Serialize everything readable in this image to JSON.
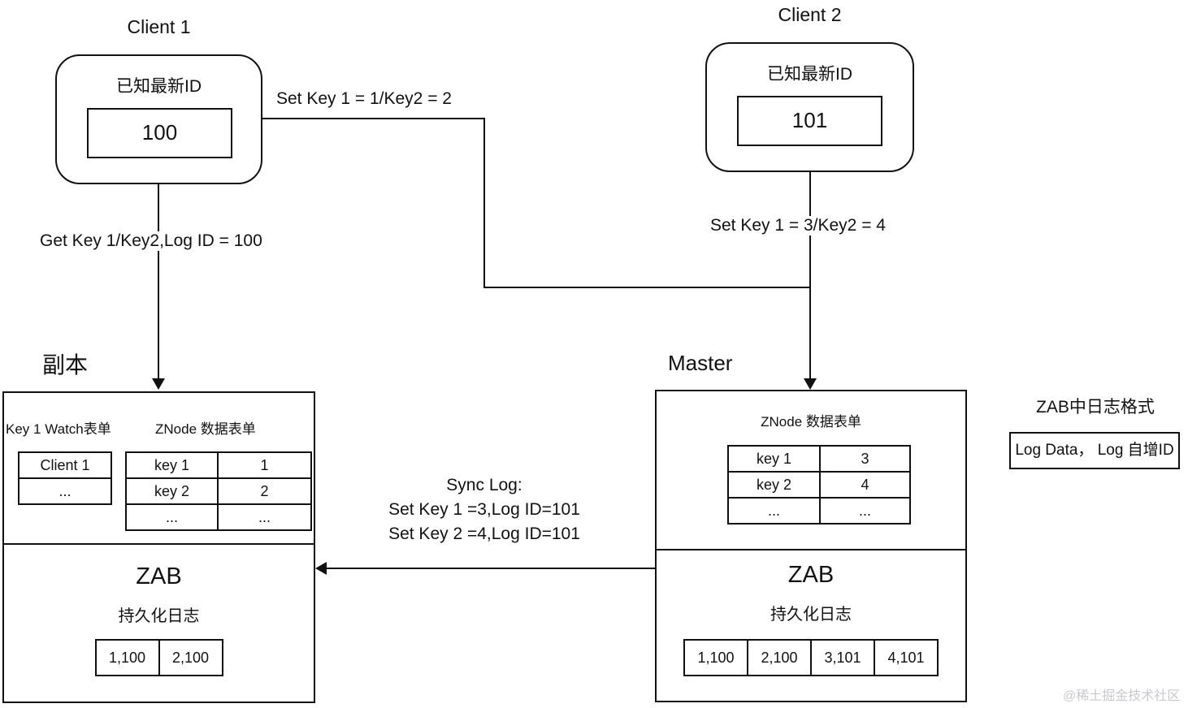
{
  "clients": {
    "client1": {
      "title": "Client  1",
      "id_label": "已知最新ID",
      "id_value": "100"
    },
    "client2": {
      "title": "Client  2",
      "id_label": "已知最新ID",
      "id_value": "101"
    }
  },
  "arrows": {
    "client1_set": "Set Key 1 = 1/Key2 = 2",
    "client1_get": "Get Key 1/Key2,Log ID = 100",
    "client2_set": "Set Key 1 = 3/Key2 = 4",
    "sync_log": {
      "line1": "Sync Log:",
      "line2": "Set Key 1 =3,Log ID=101",
      "line3": "Set Key 2 =4,Log ID=101"
    }
  },
  "replica": {
    "title": "副本",
    "watch_table": {
      "label": "Key 1 Watch表单",
      "rows": [
        "Client 1",
        "..."
      ]
    },
    "znode_table": {
      "label": "ZNode 数据表单",
      "rows": [
        {
          "key": "key 1",
          "value": "1"
        },
        {
          "key": "key 2",
          "value": "2"
        },
        {
          "key": "...",
          "value": "..."
        }
      ]
    },
    "zab": {
      "title": "ZAB",
      "subtitle": "持久化日志",
      "log_entries": [
        "1,100",
        "2,100"
      ]
    }
  },
  "master": {
    "title": "Master",
    "znode_table": {
      "label": "ZNode 数据表单",
      "rows": [
        {
          "key": "key 1",
          "value": "3"
        },
        {
          "key": "key 2",
          "value": "4"
        },
        {
          "key": "...",
          "value": "..."
        }
      ]
    },
    "zab": {
      "title": "ZAB",
      "subtitle": "持久化日志",
      "log_entries": [
        "1,100",
        "2,100",
        "3,101",
        "4,101"
      ]
    }
  },
  "legend": {
    "title": "ZAB中日志格式",
    "box_text": "Log Data， Log 自增ID"
  },
  "watermark": "@稀土掘金技术社区",
  "colors": {
    "line": "#111111",
    "background": "#ffffff",
    "watermark": "#c9c9cd"
  }
}
